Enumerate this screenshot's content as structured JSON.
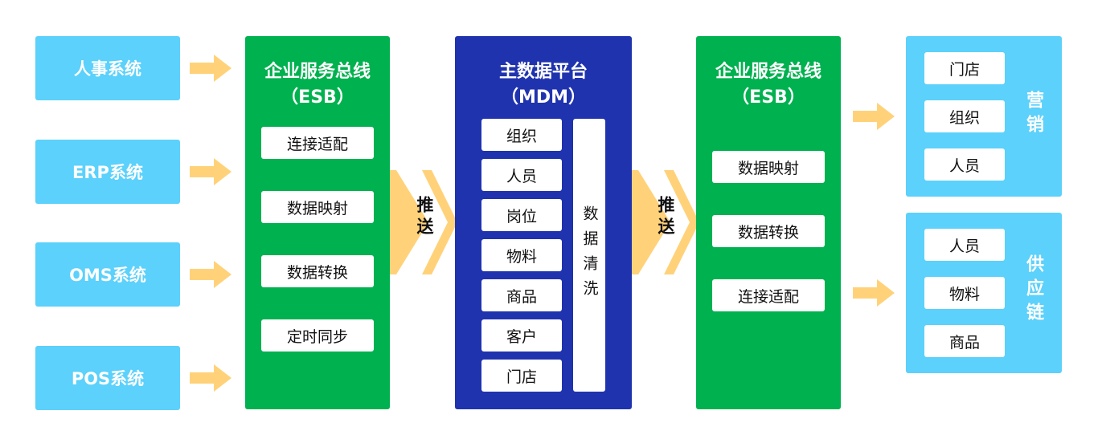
{
  "sources": [
    "人事系统",
    "ERP系统",
    "OMS系统",
    "POS系统"
  ],
  "esb_left": {
    "title": "企业服务总线",
    "subtitle": "（ESB）",
    "items": [
      "连接适配",
      "数据映射",
      "数据转换",
      "定时同步"
    ]
  },
  "push_label_1": "推送",
  "mdm": {
    "title": "主数据平台",
    "subtitle": "（MDM）",
    "items": [
      "组织",
      "人员",
      "岗位",
      "物料",
      "商品",
      "客户",
      "门店"
    ],
    "cleaning": "数据清洗"
  },
  "push_label_2": "推送",
  "esb_right": {
    "title": "企业服务总线",
    "subtitle": "（ESB）",
    "items": [
      "数据映射",
      "数据转换",
      "连接适配"
    ]
  },
  "targets": [
    {
      "label": "营销",
      "items": [
        "门店",
        "组织",
        "人员"
      ]
    },
    {
      "label": "供应链",
      "items": [
        "人员",
        "物料",
        "商品"
      ]
    }
  ],
  "colors": {
    "light_blue": "#5bd1fb",
    "green": "#00b14f",
    "dark_blue": "#2033ae",
    "arrow": "#ffd27a"
  }
}
